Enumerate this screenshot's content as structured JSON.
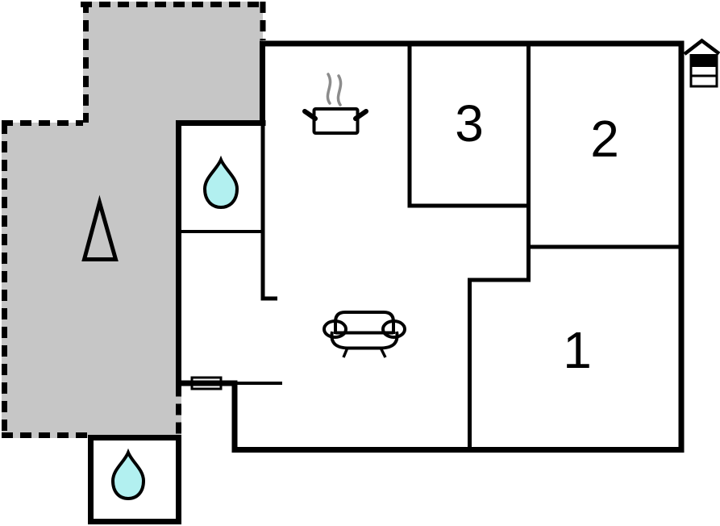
{
  "plan": {
    "kind": "holiday-home floor plan",
    "rooms": [
      {
        "number": "1"
      },
      {
        "number": "2"
      },
      {
        "number": "3"
      }
    ],
    "symbols": [
      {
        "name": "water-drop-icon",
        "count": 2
      },
      {
        "name": "cooking-pot-icon",
        "count": 1
      },
      {
        "name": "sofa-icon",
        "count": 1
      },
      {
        "name": "tree-icon",
        "count": 1
      },
      {
        "name": "house-icon",
        "count": 1
      },
      {
        "name": "entrance-door",
        "count": 1
      }
    ]
  },
  "colors": {
    "background": "#ffffff",
    "wall": "#000000",
    "terrace": "#c6c6c6",
    "water": "#b2f0f0",
    "steam": "#8c8c8c"
  }
}
